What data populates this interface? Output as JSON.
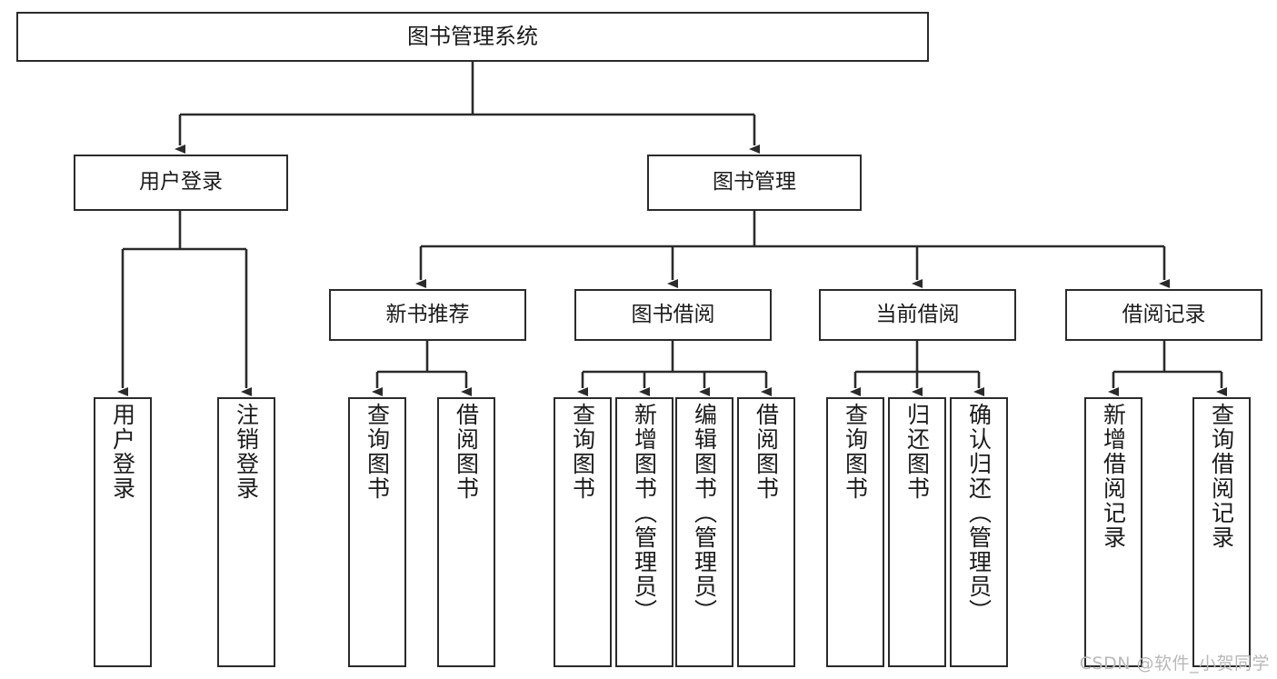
{
  "diagram": {
    "title": "图书管理系统",
    "type": "tree-hierarchy-chart",
    "watermark": "CSDN @软件_小贺同学",
    "colors": {
      "box_border": "#2b2b2b",
      "box_fill": "#ffffff",
      "connector": "#2b2b2b",
      "text": "#1b1b1b",
      "watermark": "#b9b9b9"
    },
    "root": {
      "label": "图书管理系统"
    },
    "level2": [
      {
        "label": "用户登录"
      },
      {
        "label": "图书管理"
      }
    ],
    "level3": [
      {
        "label": "新书推荐"
      },
      {
        "label": "图书借阅"
      },
      {
        "label": "当前借阅"
      },
      {
        "label": "借阅记录"
      }
    ],
    "leaves": {
      "user_login": [
        {
          "label": "用户登录"
        },
        {
          "label": "注销登录"
        }
      ],
      "new_book_recommend": [
        {
          "label": "查询图书"
        },
        {
          "label": "借阅图书"
        }
      ],
      "book_borrow": [
        {
          "label": "查询图书"
        },
        {
          "label": "新增图书（管理员）"
        },
        {
          "label": "编辑图书（管理员）"
        },
        {
          "label": "借阅图书"
        }
      ],
      "current_borrow": [
        {
          "label": "查询图书"
        },
        {
          "label": "归还图书"
        },
        {
          "label": "确认归还（管理员）"
        }
      ],
      "borrow_record": [
        {
          "label": "新增借阅记录"
        },
        {
          "label": "查询借阅记录"
        }
      ]
    }
  }
}
